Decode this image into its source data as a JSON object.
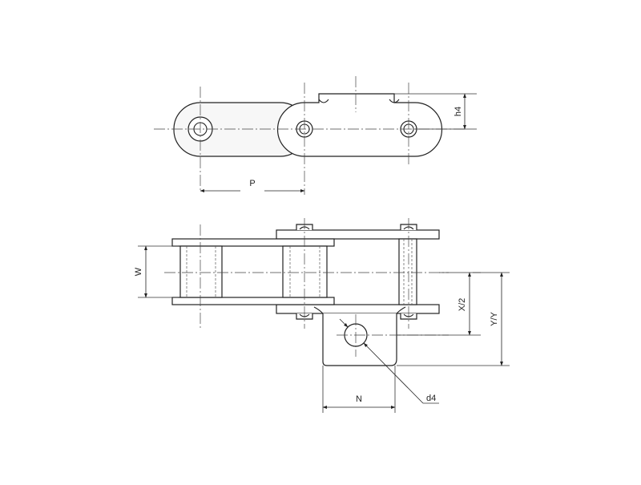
{
  "labels": {
    "pitch": "P",
    "height": "h4",
    "inner_width": "W",
    "half_x": "X/2",
    "offset_y": "Y/Y",
    "hole_diameter": "d4",
    "attachment_offset": "N"
  },
  "colors": {
    "line": "#222222",
    "background": "#ffffff"
  }
}
